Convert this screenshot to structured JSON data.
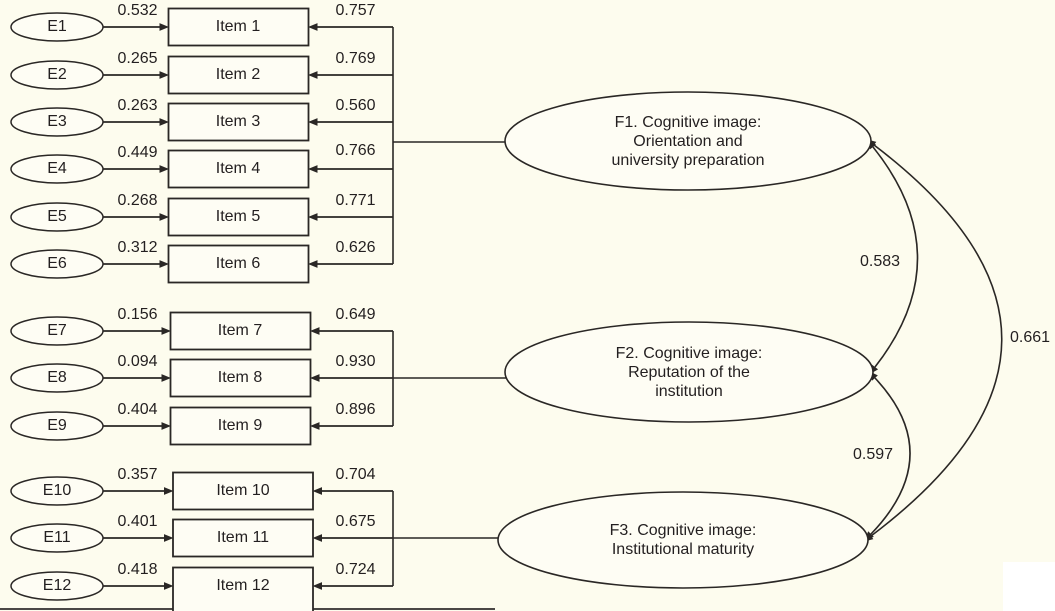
{
  "figure": {
    "type": "confirmatory-factor-analysis-path-diagram",
    "background_color": "#fdfcee",
    "line_color": "#2a2725",
    "rows": [
      {
        "error": "E1",
        "error_variance": "0.532",
        "item": "Item 1",
        "loading": "0.757",
        "factor": "F1"
      },
      {
        "error": "E2",
        "error_variance": "0.265",
        "item": "Item 2",
        "loading": "0.769",
        "factor": "F1"
      },
      {
        "error": "E3",
        "error_variance": "0.263",
        "item": "Item 3",
        "loading": "0.560",
        "factor": "F1"
      },
      {
        "error": "E4",
        "error_variance": "0.449",
        "item": "Item 4",
        "loading": "0.766",
        "factor": "F1"
      },
      {
        "error": "E5",
        "error_variance": "0.268",
        "item": "Item 5",
        "loading": "0.771",
        "factor": "F1"
      },
      {
        "error": "E6",
        "error_variance": "0.312",
        "item": "Item 6",
        "loading": "0.626",
        "factor": "F1"
      },
      {
        "error": "E7",
        "error_variance": "0.156",
        "item": "Item 7",
        "loading": "0.649",
        "factor": "F2"
      },
      {
        "error": "E8",
        "error_variance": "0.094",
        "item": "Item 8",
        "loading": "0.930",
        "factor": "F2"
      },
      {
        "error": "E9",
        "error_variance": "0.404",
        "item": "Item 9",
        "loading": "0.896",
        "factor": "F2"
      },
      {
        "error": "E10",
        "error_variance": "0.357",
        "item": "Item 10",
        "loading": "0.704",
        "factor": "F3"
      },
      {
        "error": "E11",
        "error_variance": "0.401",
        "item": "Item 11",
        "loading": "0.675",
        "factor": "F3"
      },
      {
        "error": "E12",
        "error_variance": "0.418",
        "item": "Item 12",
        "loading": "0.724",
        "factor": "F3"
      }
    ],
    "factors": [
      {
        "id": "F1",
        "label": "F1. Cognitive image:\nOrientation and\nuniversity preparation"
      },
      {
        "id": "F2",
        "label": "F2. Cognitive image:\nReputation of the\ninstitution"
      },
      {
        "id": "F3",
        "label": "F3. Cognitive image:\nInstitutional maturity"
      }
    ],
    "correlations": [
      {
        "between": "F1-F2",
        "value": "0.583"
      },
      {
        "between": "F2-F3",
        "value": "0.597"
      },
      {
        "between": "F1-F3",
        "value": "0.661"
      }
    ]
  }
}
